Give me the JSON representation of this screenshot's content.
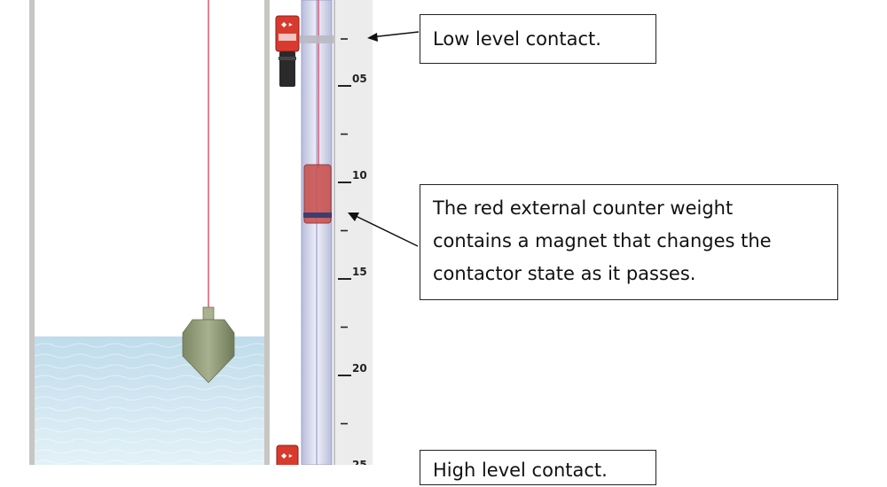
{
  "colors": {
    "water": "#cfe7f1",
    "tank_wall": "#c8c6c2",
    "cable": "#e05570",
    "float": "#8f9a78",
    "counter_weight": "#c9504d",
    "contact": "#d93a2e",
    "gauge_tube": "#c9cbe3"
  },
  "scale": {
    "labels": [
      "05",
      "10",
      "15",
      "20",
      "25"
    ]
  },
  "callouts": {
    "low_level": {
      "lines": [
        "Low level contact."
      ]
    },
    "counter_weight": {
      "lines": [
        "The red external counter weight",
        "contains a magnet that changes the",
        "contactor state as it passes."
      ]
    },
    "high_level": {
      "lines": [
        "High level contact."
      ]
    }
  },
  "icons": {
    "low_contact": "level-switch-contact-icon",
    "high_contact": "level-switch-contact-icon"
  }
}
